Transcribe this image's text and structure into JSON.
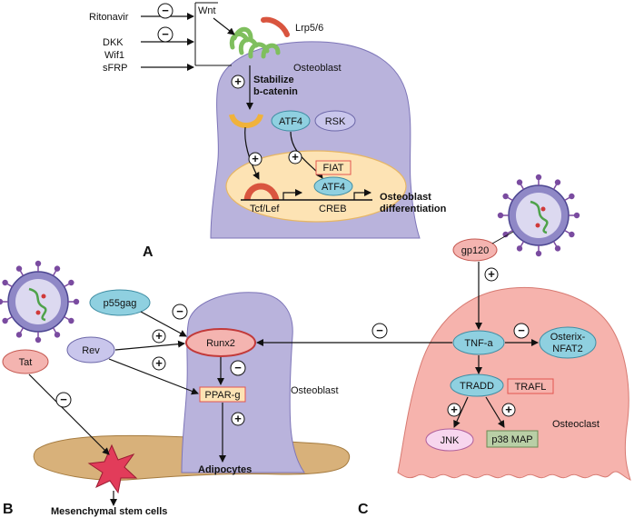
{
  "panels": {
    "a": "A",
    "b": "B",
    "c": "C"
  },
  "panel_a": {
    "ritonavir": "Ritonavir",
    "dkk": "DKK",
    "wif1": "Wif1",
    "sfrp": "sFRP",
    "wnt": "Wnt",
    "lrp": "Lrp5/6",
    "cell": "Osteoblast",
    "stabilize_1": "Stabilize",
    "stabilize_2": "b-catenin",
    "atf4": "ATF4",
    "rsk": "RSK",
    "fiat": "FIAT",
    "atf4_nuc": "ATF4",
    "tcf": "Tcf/Lef",
    "creb": "CREB",
    "out_1": "Osteoblast",
    "out_2": "differentiation"
  },
  "panel_b": {
    "p55gag": "p55gag",
    "rev": "Rev",
    "tat": "Tat",
    "runx2": "Runx2",
    "pparg": "PPAR-g",
    "cell": "Osteoblast",
    "adipocytes": "Adipocytes",
    "msc": "Mesenchymal stem cells"
  },
  "panel_c": {
    "gp120": "gp120",
    "tnfa": "TNF-a",
    "osterix_1": "Osterix-",
    "osterix_2": "NFAT2",
    "tradd": "TRADD",
    "trafl": "TRAFL",
    "jnk": "JNK",
    "p38": "p38 MAP",
    "cell": "Osteoclast"
  },
  "signs": {
    "plus": "+",
    "minus": "−"
  },
  "colors": {
    "osteoblast": "#b9b3dc",
    "osteoclast": "#f6b3ad",
    "nucleus": "#fde3b4",
    "teal": "#8fd0e0",
    "lavender": "#c9c6ec",
    "pink": "#f4b4b0",
    "green": "#b9cfa6",
    "bone": "#d8b17a",
    "star": "#e23c5a"
  }
}
